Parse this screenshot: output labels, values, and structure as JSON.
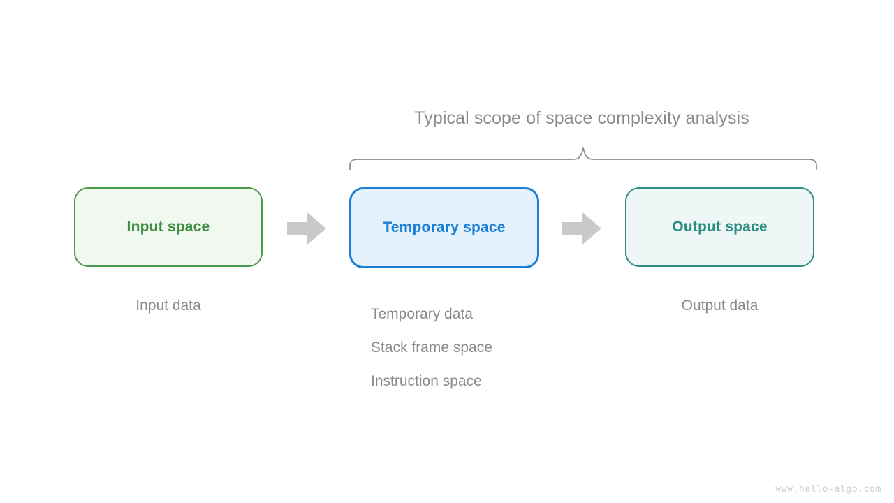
{
  "diagram": {
    "scope_title": "Typical scope of space complexity analysis",
    "boxes": [
      {
        "label": "Input space",
        "accent": "#3e8e41",
        "fill": "#f1f8ef",
        "border": "#4c9a4c"
      },
      {
        "label": "Temporary space",
        "accent": "#1a7fd4",
        "fill": "#e5f2fd",
        "border": "#1a7fd4"
      },
      {
        "label": "Output space",
        "accent": "#2a8c83",
        "fill": "#eef7f5",
        "border": "#2d8c85"
      }
    ],
    "arrows": [
      {
        "name": "arrow-input-to-temporary",
        "color": "#c9c9c9"
      },
      {
        "name": "arrow-temporary-to-output",
        "color": "#c9c9c9"
      }
    ],
    "captions": {
      "input": "Input data",
      "temporary": [
        "Temporary data",
        "Stack frame space",
        "Instruction space"
      ],
      "output": "Output data"
    },
    "bracket_color": "#8a8a8a",
    "caption_color": "#8a8a8a"
  },
  "watermark": "www.hello-algo.com"
}
